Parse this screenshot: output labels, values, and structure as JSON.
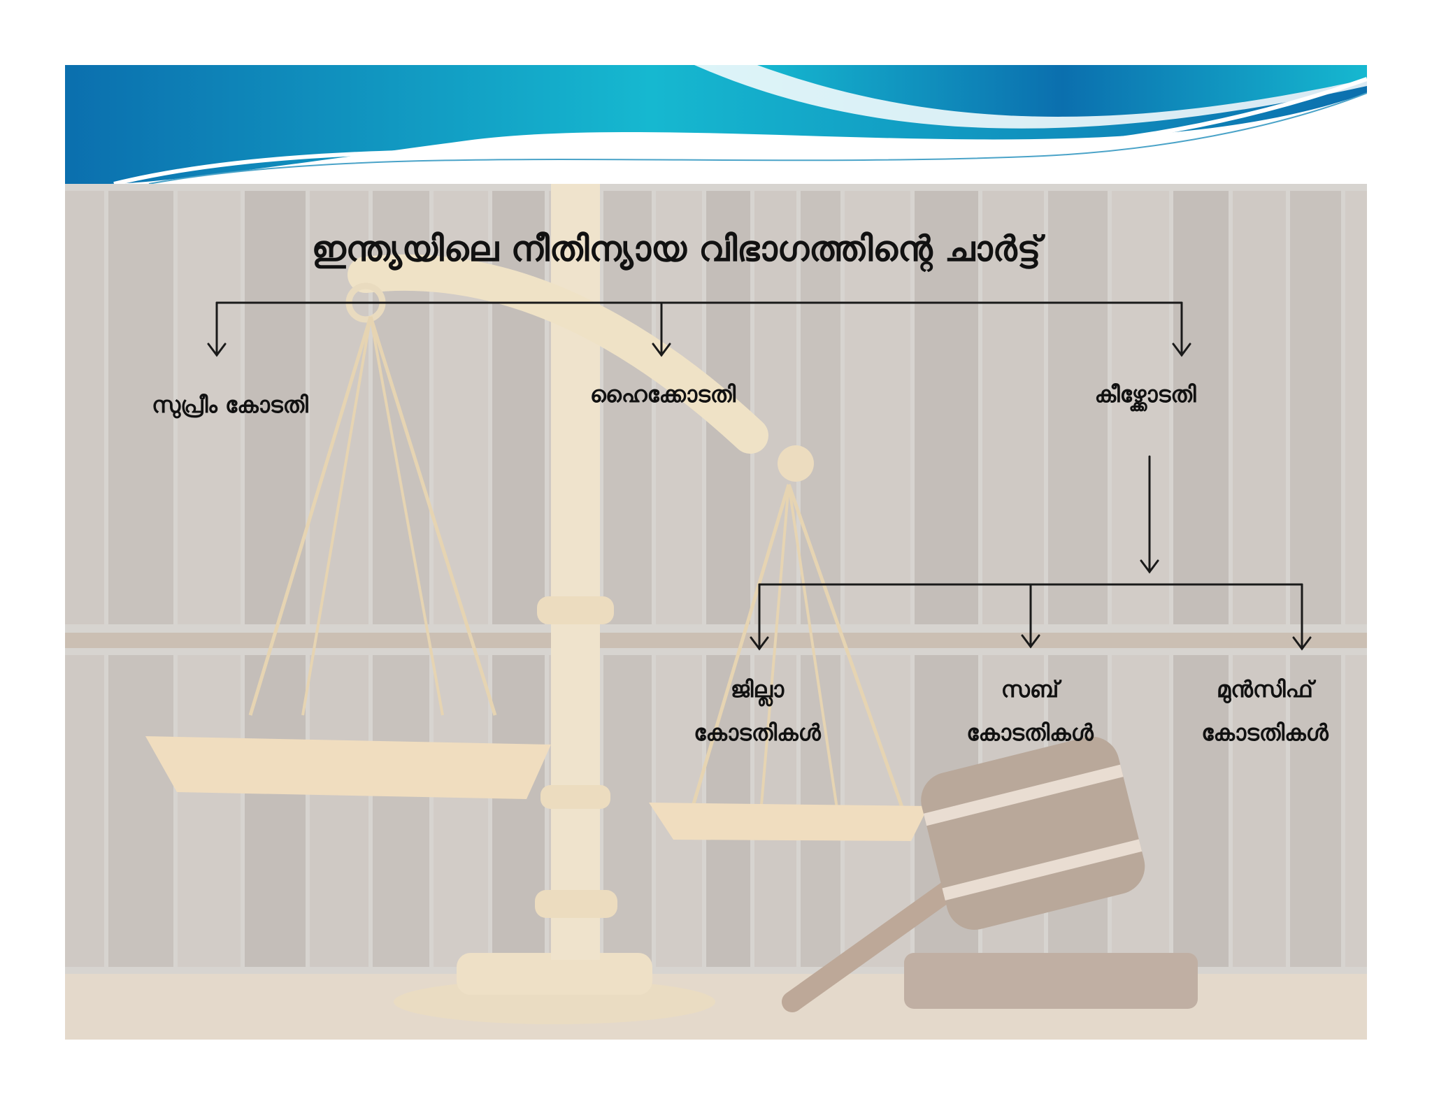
{
  "title": "ഇന്ത്യയിലെ നീതിന്യായ വിഭാഗത്തിന്റെ ചാർട്ട്",
  "nodes": {
    "supreme_court": "സുപ്രീം കോടതി",
    "high_court": "ഹൈക്കോടതി",
    "lower_court": "കീഴ്ക്കോടതി",
    "district_courts": [
      "ജില്ലാ",
      "കോടതികൾ"
    ],
    "sub_courts": [
      "സബ്",
      "കോടതികൾ"
    ],
    "munsiff_courts": [
      "മുൻസിഫ്",
      "കോടതികൾ"
    ]
  },
  "colors": {
    "header_blue": "#0b6fae",
    "header_cyan": "#16b8d0",
    "slide_background": "#d9d6d2",
    "connector": "#1a1a1a"
  }
}
